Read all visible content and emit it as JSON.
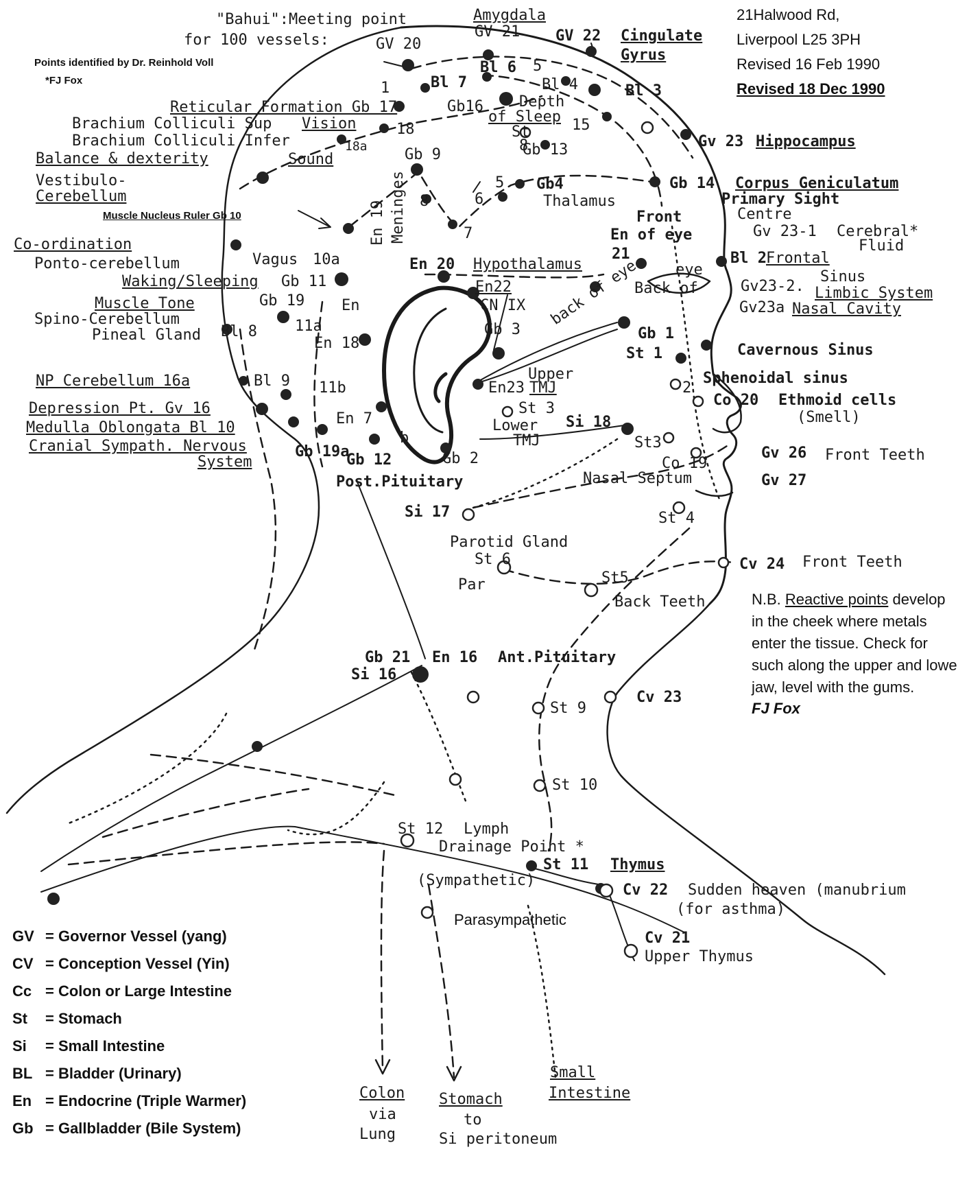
{
  "header": {
    "address_1": "21Halwood Rd,",
    "address_2": "Liverpool L25 3PH",
    "revised_1": "Revised 16 Feb 1990",
    "revised_2": "Revised 18 Dec 1990"
  },
  "credits": {
    "line_1": "Points identified by Dr. Reinhold Voll",
    "line_2": "*FJ Fox",
    "muscle_nucleus": "Muscle Nucleus Ruler Gb 10"
  },
  "labels": {
    "bahui": "\"Bahui\":Meeting point",
    "bahui_2": "for 100 vessels:",
    "gv20": "GV 20",
    "amygdala": "Amygdala",
    "gv21": "GV 21",
    "gv22": "GV 22",
    "cingulate": "Cingulate",
    "gyrus": "Gyrus",
    "bl7": "Bl 7",
    "bl6": "Bl 6",
    "n5a": "5",
    "bl4": "Bl 4",
    "bl3": "Bl 3",
    "n1": "1",
    "reticular": "Reticular Formation Gb 17",
    "gb16": "Gb16",
    "depth": "Depth",
    "of_sleep": "of Sleep",
    "n15": "15",
    "st8": "St",
    "n8": "8",
    "gb13": "Gb 13",
    "brachium_sup": "Brachium Colliculi Sup",
    "vision": "Vision",
    "n18": "18",
    "brachium_inf": "Brachium Colliculi Infer",
    "sound": "Sound",
    "gb18a": "18a",
    "gv23_hippo": "Gv 23",
    "hippocampus": "Hippocampus",
    "balance": "Balance & dexterity",
    "vestibulo": "Vestibulo-",
    "cerebellum": "Cerebellum",
    "gb9": "Gb 9",
    "n8b": "8",
    "n6": "6",
    "n7": "7",
    "n5b": "5",
    "gb4": "Gb4",
    "thalamus": "Thalamus",
    "gb14": "Gb 14",
    "corpus": "Corpus Geniculatum",
    "primary": "Primary Sight",
    "centre": "Centre",
    "front": "Front",
    "en_of_eye": "En of eye",
    "n21": "21",
    "gv23_1": "Gv 23-1",
    "cerebral": "Cerebral*",
    "fluid": "Fluid",
    "coordination": "Co-ordination",
    "ponto": "Ponto-cerebellum",
    "vagus": "Vagus",
    "gb10a": "10a",
    "en19": "En 19",
    "meninges": "Meninges",
    "en20": "En 20",
    "hypothalamus": "Hypothalamus",
    "bl2": "Bl 2",
    "frontal": "Frontal",
    "sinus": "Sinus",
    "waking": "Waking/Sleeping",
    "gb11": "Gb 11",
    "en22": "En22",
    "eye": "eye",
    "back_of": "Back of",
    "gv23_2": "Gv23-2.",
    "limbic": "Limbic System",
    "muscle_tone": "Muscle Tone",
    "gb19": "Gb 19",
    "en_label": "En",
    "cn_ix": "CN IX",
    "gv23a": "Gv23a",
    "nasal_cavity": "Nasal Cavity",
    "spino": "Spino-Cerebellum",
    "pineal": "Pineal Gland",
    "bl8": "Bl 8",
    "gb11a": "11a",
    "en18": "En 18",
    "gb3": "Gb 3",
    "back_of_eye": "back of eye",
    "gb1": "Gb 1",
    "st1": "St 1",
    "cavernous": "Cavernous Sinus",
    "np_cerebellum": "NP Cerebellum 16a",
    "bl9": "Bl 9",
    "gb11b": "11b",
    "upper": "Upper",
    "tmj": "TMJ",
    "en23": "En23",
    "sphenoidal": "Sphenoidal sinus",
    "depression": "Depression Pt. Gv 16",
    "n2": "2",
    "co20": "Co 20",
    "ethmoid": "Ethmoid cells",
    "smell": "(Smell)",
    "medulla": "Medulla Oblongata Bl 10",
    "en7": "En 7",
    "st3_ear": "St 3",
    "lower": "Lower",
    "tmj2": "TMJ",
    "si18": "Si 18",
    "b_small": "b",
    "cranial": "Cranial Sympath. Nervous",
    "system": "System",
    "gb19a": "Gb 19a",
    "gb12": "Gb 12",
    "gb2": "Gb 2",
    "st3_nose": "St3",
    "co19": "Co 19",
    "gv26": "Gv 26",
    "front_teeth_1": "Front Teeth",
    "post_pit": "Post.Pituitary",
    "nasal_septum": "Nasal Septum",
    "gv27": "Gv 27",
    "si17": "Si 17",
    "st4": "St 4",
    "parotid": "Parotid Gland",
    "st6": "St 6",
    "par": "Par",
    "cv24": "Cv 24",
    "front_teeth_2": "Front Teeth",
    "st5": "St5",
    "back_teeth": "Back Teeth",
    "gb21": "Gb 21",
    "en16": "En 16",
    "ant_pit": "Ant.Pituitary",
    "si16": "Si 16",
    "st9": "St 9",
    "cv23": "Cv 23",
    "st10": "St 10",
    "st12": "St 12",
    "lymph": "Lymph",
    "drainage": "Drainage Point *",
    "st11": "St 11",
    "thymus": "Thymus",
    "sympathetic": "(Sympathetic)",
    "cv22": "Cv 22",
    "sudden": "Sudden heaven (manubrium",
    "for_asthma": "(for asthma)",
    "parasympathetic": "Parasympathetic",
    "cv21": "Cv 21",
    "upper_thymus": "Upper Thymus",
    "colon": "Colon",
    "via": "via",
    "lung": "Lung",
    "stomach": "Stomach",
    "to": "to",
    "si_peri": "Si peritoneum",
    "small": "Small",
    "intestine": "Intestine"
  },
  "note": {
    "nb": "N.B.",
    "reactive": "Reactive points",
    "text": "develop in the cheek where metals enter the tissue. Check for such along the upper and lowe jaw, level with the gums.",
    "signature": "FJ Fox"
  },
  "legend": [
    {
      "abbr": "GV",
      "meaning": "= Governor Vessel (yang)"
    },
    {
      "abbr": "CV",
      "meaning": "= Conception Vessel (Yin)"
    },
    {
      "abbr": "Cc",
      "meaning": "= Colon or Large Intestine"
    },
    {
      "abbr": "St",
      "meaning": "= Stomach"
    },
    {
      "abbr": "Si",
      "meaning": "= Small Intestine"
    },
    {
      "abbr": "BL",
      "meaning": "= Bladder (Urinary)"
    },
    {
      "abbr": "En",
      "meaning": "= Endocrine (Triple Warmer)"
    },
    {
      "abbr": "Gb",
      "meaning": "= Gallbladder (Bile System)"
    }
  ]
}
